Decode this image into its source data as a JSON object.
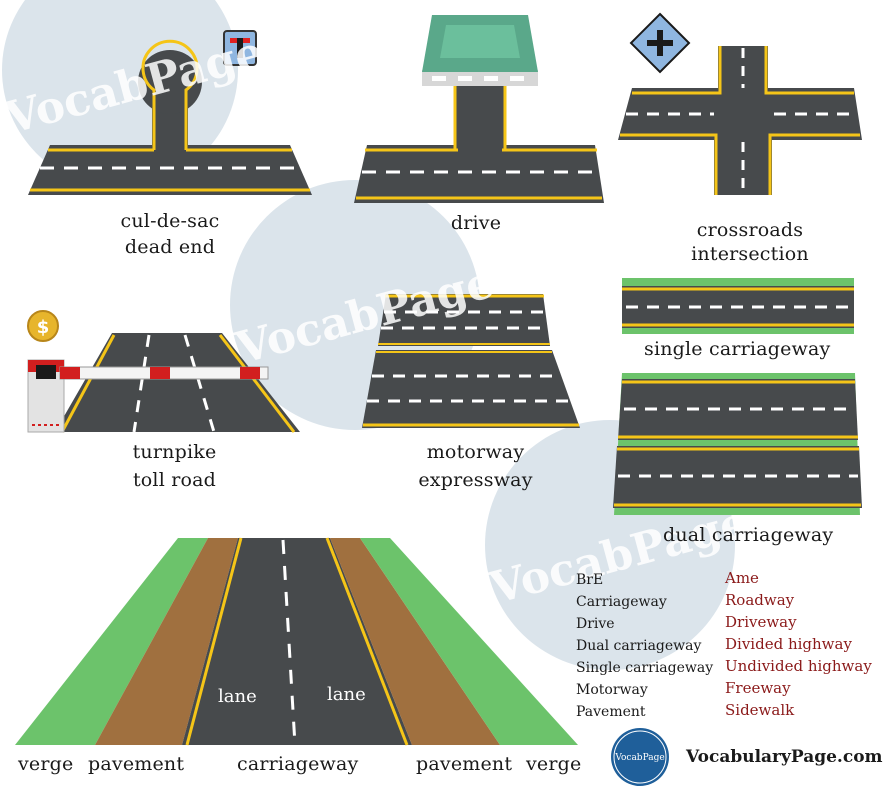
{
  "watermark": "VocabPage",
  "logo_text": "VocabPage",
  "site": "VocabularyPage.com",
  "terms": {
    "cul_de_sac": [
      "cul-de-sac",
      "dead end"
    ],
    "drive": [
      "drive"
    ],
    "crossroads": [
      "crossroads",
      "intersection"
    ],
    "turnpike": [
      "turnpike",
      "toll road"
    ],
    "motorway": [
      "motorway",
      "expressway"
    ],
    "single": [
      "single carriageway"
    ],
    "dual": [
      "dual carriageway"
    ]
  },
  "cross_section": {
    "verge_left": "verge",
    "pavement_left": "pavement",
    "carriageway": "carriageway",
    "pavement_right": "pavement",
    "verge_right": "verge",
    "lane_left": "lane",
    "lane_right": "lane"
  },
  "vocab_table": {
    "bre_header": "BrE",
    "ame_header": "Ame",
    "rows": [
      {
        "bre": "Carriageway",
        "ame": "Roadway"
      },
      {
        "bre": "Drive",
        "ame": "Driveway"
      },
      {
        "bre": "Dual carriageway",
        "ame": "Divided highway"
      },
      {
        "bre": "Single carriageway",
        "ame": "Undivided highway"
      },
      {
        "bre": "Motorway",
        "ame": "Freeway"
      },
      {
        "bre": "Pavement",
        "ame": "Sidewalk"
      }
    ]
  },
  "sign_icons": [
    "t-junction-sign-icon",
    "crossroads-sign-icon",
    "dollar-coin-icon"
  ],
  "colors": {
    "asphalt": "#474a4c",
    "yellow_line": "#f5c518",
    "white_line": "#ffffff",
    "grass": "#6cc36b",
    "pavement": "#a0703f",
    "circle": "#d9e3ea",
    "sign_blue": "#8fb6e0",
    "roof": "#5aa88a",
    "ame_red": "#8b1a1a"
  }
}
